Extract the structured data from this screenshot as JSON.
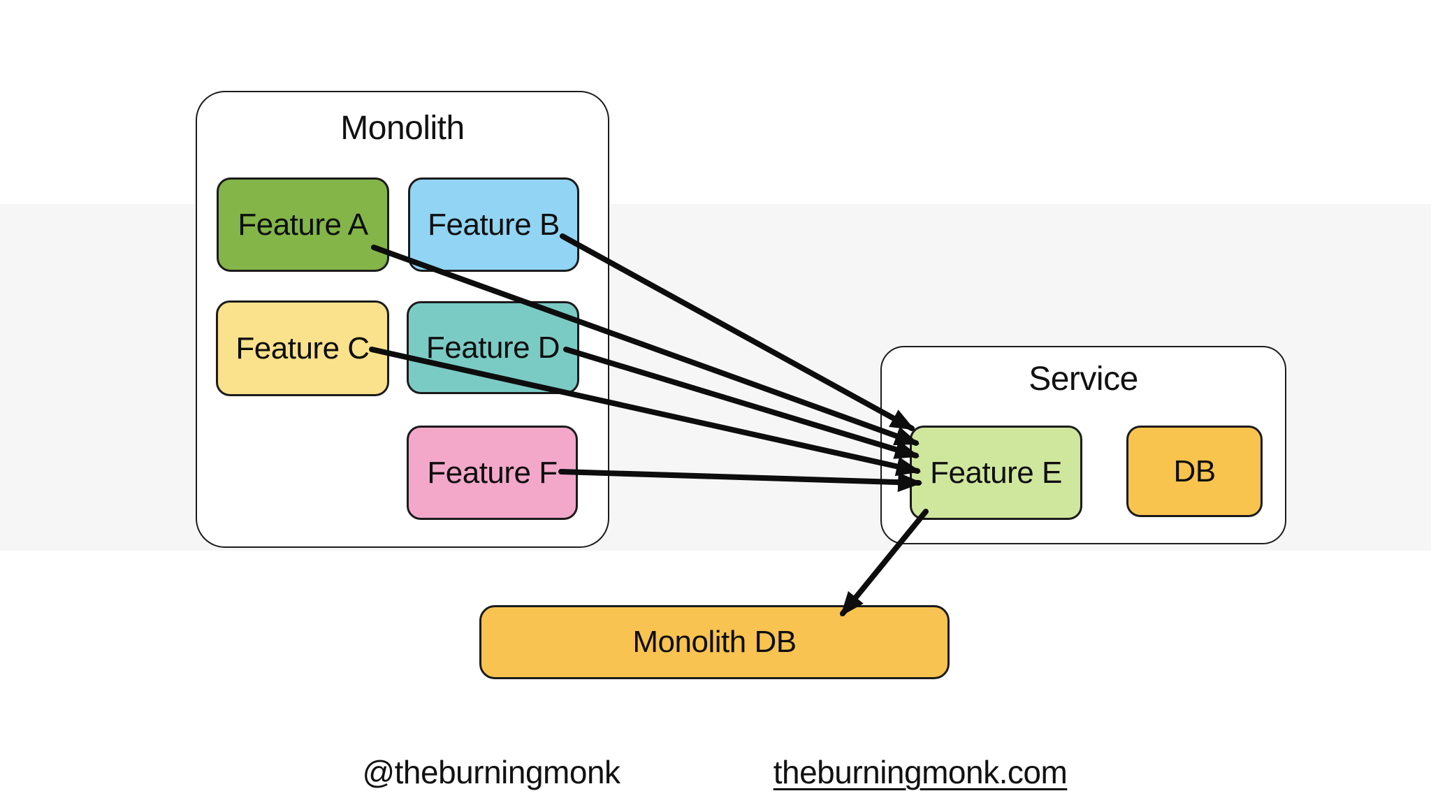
{
  "background": {
    "band_color": "#f6f6f7"
  },
  "monolith": {
    "title": "Monolith",
    "features": [
      {
        "label": "Feature A",
        "color": "#83B548"
      },
      {
        "label": "Feature B",
        "color": "#91D4F3"
      },
      {
        "label": "Feature C",
        "color": "#F9E28B"
      },
      {
        "label": "Feature D",
        "color": "#7BCBC5"
      },
      {
        "label": "Feature F",
        "color": "#F3A8CA"
      }
    ]
  },
  "service": {
    "title": "Service",
    "features": [
      {
        "label": "Feature E",
        "color": "#CFE79D"
      },
      {
        "label": "DB",
        "color": "#F8C44E"
      }
    ]
  },
  "monolith_db": {
    "label": "Monolith DB",
    "color": "#F8C350"
  },
  "edges": [
    {
      "from": "Feature A",
      "to": "Feature E"
    },
    {
      "from": "Feature B",
      "to": "Feature E"
    },
    {
      "from": "Feature C",
      "to": "Feature E"
    },
    {
      "from": "Feature D",
      "to": "Feature E"
    },
    {
      "from": "Feature F",
      "to": "Feature E"
    },
    {
      "from": "Feature E",
      "to": "Monolith DB"
    }
  ],
  "footer": {
    "handle": "@theburningmonk",
    "site": "theburningmonk.com"
  }
}
